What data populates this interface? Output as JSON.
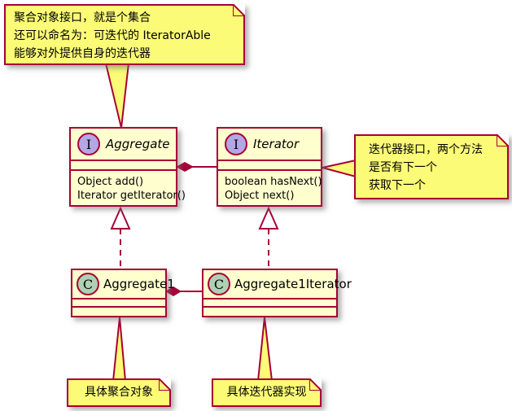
{
  "diagram": {
    "kind": "uml-class-diagram",
    "pattern": "Iterator"
  },
  "colors": {
    "line": "#A80036",
    "class_fill": "#FEFECE",
    "note_fill": "#FBFB77",
    "interface_badge_fill": "#B4A7E5",
    "class_badge_fill": "#ADD1B2",
    "background": "#FFFFFF"
  },
  "classes": {
    "aggregate": {
      "badge": "I",
      "stereotype": "interface",
      "name": "Aggregate",
      "methods": [
        "Object add()",
        "Iterator getIterator()"
      ]
    },
    "iterator": {
      "badge": "I",
      "stereotype": "interface",
      "name": "Iterator",
      "methods": [
        "boolean hasNext()",
        "Object next()"
      ]
    },
    "aggregate1": {
      "badge": "C",
      "stereotype": "class",
      "name": "Aggregate1",
      "methods": []
    },
    "aggregate1iterator": {
      "badge": "C",
      "stereotype": "class",
      "name": "Aggregate1Iterator",
      "methods": []
    }
  },
  "notes": {
    "aggregate_note": {
      "lines": [
        "聚合对象接口，就是个集合",
        "还可以命名为：可迭代的 IteratorAble",
        "能够对外提供自身的迭代器"
      ]
    },
    "iterator_note": {
      "lines": [
        "迭代器接口，两个方法",
        "是否有下一个",
        "获取下一个"
      ]
    },
    "aggregate1_note": {
      "text": "具体聚合对象"
    },
    "aggregate1iterator_note": {
      "text": "具体迭代器实现"
    }
  },
  "relations": [
    {
      "from": "Aggregate",
      "to": "Iterator",
      "type": "composition"
    },
    {
      "from": "Aggregate1",
      "to": "Aggregate",
      "type": "realization"
    },
    {
      "from": "Aggregate1Iterator",
      "to": "Iterator",
      "type": "realization"
    },
    {
      "from": "Aggregate1",
      "to": "Aggregate1Iterator",
      "type": "composition"
    }
  ]
}
